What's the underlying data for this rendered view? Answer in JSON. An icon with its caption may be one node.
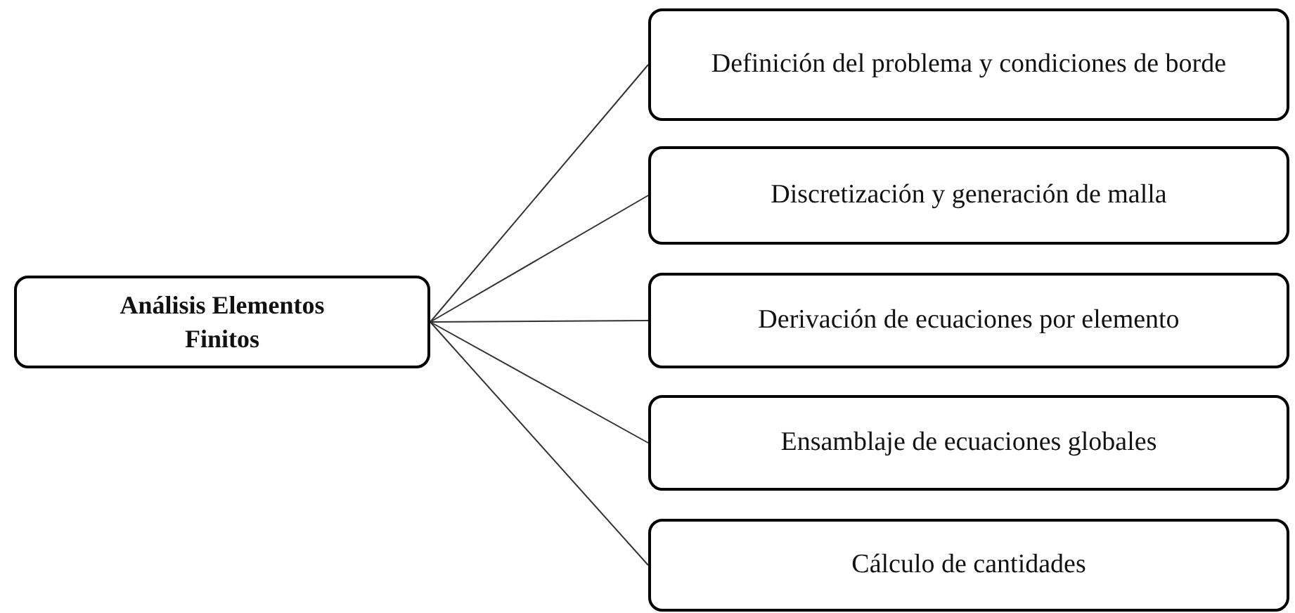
{
  "diagram": {
    "nodes": [
      {
        "text": [
          "Análisis Elementos Finitos"
        ]
      },
      {
        "text": [
          "Definición del problema y condiciones de borde"
        ]
      },
      {
        "text": [
          "Discretización y generación de malla"
        ]
      },
      {
        "text": [
          "Derivación de ecuaciones por elemento"
        ]
      },
      {
        "text": [
          "Ensamblaje de ecuaciones globales"
        ]
      },
      {
        "text": [
          "Cálculo de cantidades"
        ]
      }
    ],
    "edges": [
      {
        "from": 0,
        "to": 1,
        "arrow": "none"
      },
      {
        "from": 0,
        "to": 2,
        "arrow": "none"
      },
      {
        "from": 0,
        "to": 3,
        "arrow": "none"
      },
      {
        "from": 0,
        "to": 4,
        "arrow": "none"
      },
      {
        "from": 0,
        "to": 5,
        "arrow": "none"
      }
    ]
  }
}
